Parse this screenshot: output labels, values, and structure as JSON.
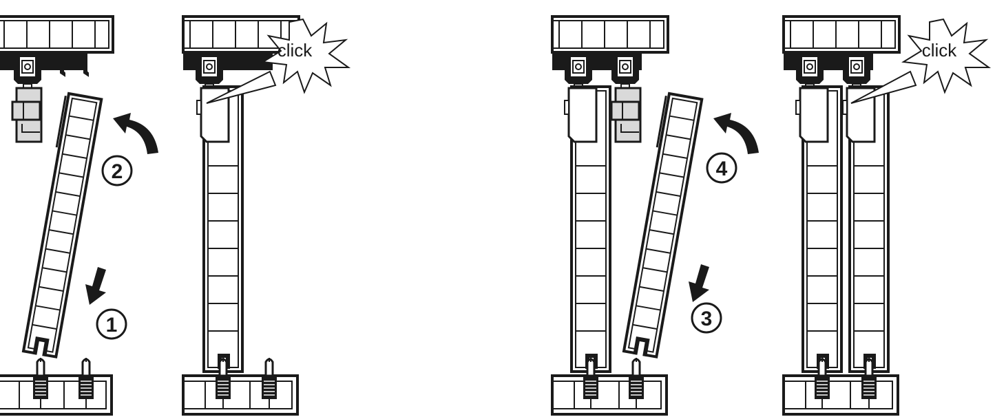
{
  "diagram": {
    "type": "assembly-instructions",
    "subject": "sliding door panel installation onto top track and bottom guide",
    "colors": {
      "line": "#1a1a1a",
      "fill": "#ffffff",
      "gray": "#d9d9d9"
    },
    "panels": [
      {
        "id": "panel-1",
        "description": "Door tilted, bottom inserted on guide pin, then swung up to top roller",
        "steps": [
          {
            "number": "1",
            "glyph": "①",
            "action": "lower door onto bottom guide pin",
            "arrow": "down-arrow"
          },
          {
            "number": "2",
            "glyph": "②",
            "action": "rotate door upward into top roller",
            "arrow": "curved-arrow"
          }
        ]
      },
      {
        "id": "panel-2",
        "description": "Door engaged in top roller",
        "callout": "click"
      },
      {
        "id": "panel-3",
        "description": "Second door tilted, bottom inserted on second guide pin, then swung up",
        "steps": [
          {
            "number": "3",
            "glyph": "③",
            "action": "lower second door onto bottom guide pin",
            "arrow": "down-arrow"
          },
          {
            "number": "4",
            "glyph": "④",
            "action": "rotate second door upward into top roller",
            "arrow": "curved-arrow"
          }
        ]
      },
      {
        "id": "panel-4",
        "description": "Both doors engaged",
        "callout": "click"
      }
    ],
    "labels": {
      "step1": "1",
      "step2": "2",
      "step3": "3",
      "step4": "4",
      "click_a": "click",
      "click_b": "click"
    }
  }
}
